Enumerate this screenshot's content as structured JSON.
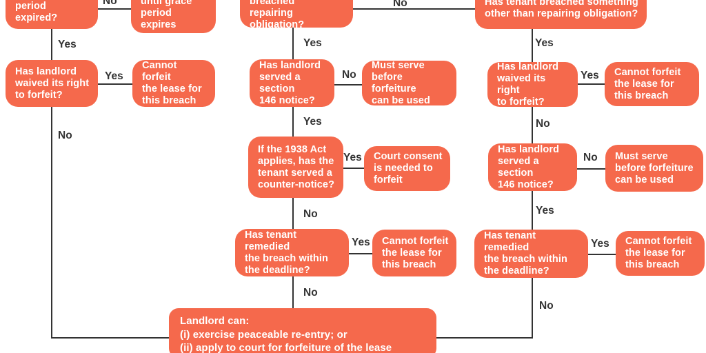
{
  "colors": {
    "node_fill": "#f5694c",
    "node_text": "#ffffff",
    "line": "#333333",
    "background": "#ffffff"
  },
  "nodes": {
    "grace_period_q": {
      "text": "Has the grace\nperiod expired?"
    },
    "grace_period_outcome": {
      "text": "Cannot forfeit\nuntil grace\nperiod expires"
    },
    "waived_left_q": {
      "text": "Has landlord\nwaived its right\nto forfeit?"
    },
    "cannot_forfeit_left": {
      "text": "Cannot forfeit\nthe lease for\nthis breach"
    },
    "repairing_q": {
      "text": "Has tenant breached\nrepairing obligation?"
    },
    "other_breach_q": {
      "text": "Has tenant breached something\nother than repairing obligation?"
    },
    "s146_mid_q": {
      "text": "Has landlord\nserved a section\n146 notice?"
    },
    "must_serve_mid": {
      "text": "Must serve\nbefore forfeiture\ncan be used"
    },
    "act1938_q": {
      "text": "If the 1938 Act\napplies, has the\ntenant served a\ncounter-notice?"
    },
    "court_consent": {
      "text": "Court consent\nis needed to\nforfeit"
    },
    "remedied_mid_q": {
      "text": "Has tenant remedied\nthe breach within\nthe deadline?"
    },
    "cannot_forfeit_mid": {
      "text": "Cannot forfeit\nthe lease for\nthis breach"
    },
    "waived_right_q": {
      "text": "Has landlord\nwaived its right\nto forfeit?"
    },
    "cannot_forfeit_right_top": {
      "text": "Cannot forfeit\nthe lease for\nthis breach"
    },
    "s146_right_q": {
      "text": "Has landlord\nserved a section\n146 notice?"
    },
    "must_serve_right": {
      "text": "Must serve\nbefore forfeiture\ncan be used"
    },
    "remedied_right_q": {
      "text": "Has tenant remedied\nthe breach within\nthe deadline?"
    },
    "cannot_forfeit_right_bottom": {
      "text": "Cannot forfeit\nthe lease for\nthis breach"
    },
    "final_outcome": {
      "text": "Landlord can:\n(i) exercise peaceable re-entry; or\n(ii) apply to court for forfeiture of the lease"
    }
  },
  "edge_labels": {
    "grace_no": "No",
    "grace_yes": "Yes",
    "waived_left_yes": "Yes",
    "waived_left_no": "No",
    "repairing_no": "No",
    "repairing_yes": "Yes",
    "s146_mid_no": "No",
    "s146_mid_yes": "Yes",
    "act1938_yes": "Yes",
    "act1938_no": "No",
    "remedied_mid_yes": "Yes",
    "remedied_mid_no": "No",
    "other_breach_yes": "Yes",
    "waived_right_yes": "Yes",
    "waived_right_no": "No",
    "s146_right_no": "No",
    "s146_right_yes": "Yes",
    "remedied_right_yes": "Yes",
    "remedied_right_no": "No"
  }
}
